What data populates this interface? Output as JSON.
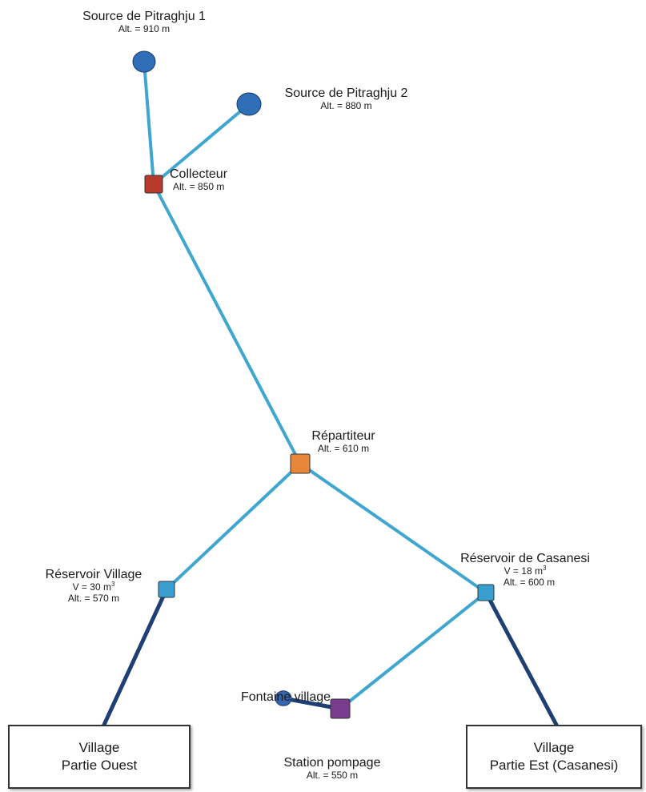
{
  "colors": {
    "pipe_light": "#3fa6cf",
    "pipe_dark": "#1e3f73",
    "source_node": "#2f6fb8",
    "collecteur_node": "#b83a2d",
    "repartiteur_node": "#e8873a",
    "reservoir_node": "#3a9fd0",
    "station_node": "#7a3c8f",
    "fontaine_node": "#3766b0"
  },
  "nodes": {
    "source1": {
      "name": "Source de Pitraghju 1",
      "alt": "Alt. = 910 m"
    },
    "source2": {
      "name": "Source de Pitraghju 2",
      "alt": "Alt. = 880 m"
    },
    "collecteur": {
      "name": "Collecteur",
      "alt": "Alt. = 850 m"
    },
    "repartiteur": {
      "name": "Répartiteur",
      "alt": "Alt. = 610 m"
    },
    "reservoir_village": {
      "name": "Réservoir Village",
      "volume": "V = 30 m",
      "volume_unit_exp": "3",
      "alt": "Alt. = 570 m"
    },
    "reservoir_casanesi": {
      "name": "Réservoir de Casanesi",
      "volume": "V = 18 m",
      "volume_unit_exp": "3",
      "alt": "Alt. = 600 m"
    },
    "fontaine": {
      "name": "Fontaine village"
    },
    "station": {
      "name": "Station pompage",
      "alt": "Alt. = 550 m"
    }
  },
  "villages": {
    "ouest": {
      "line1": "Village",
      "line2": "Partie Ouest"
    },
    "est": {
      "line1": "Village",
      "line2": "Partie Est (Casanesi)"
    }
  }
}
